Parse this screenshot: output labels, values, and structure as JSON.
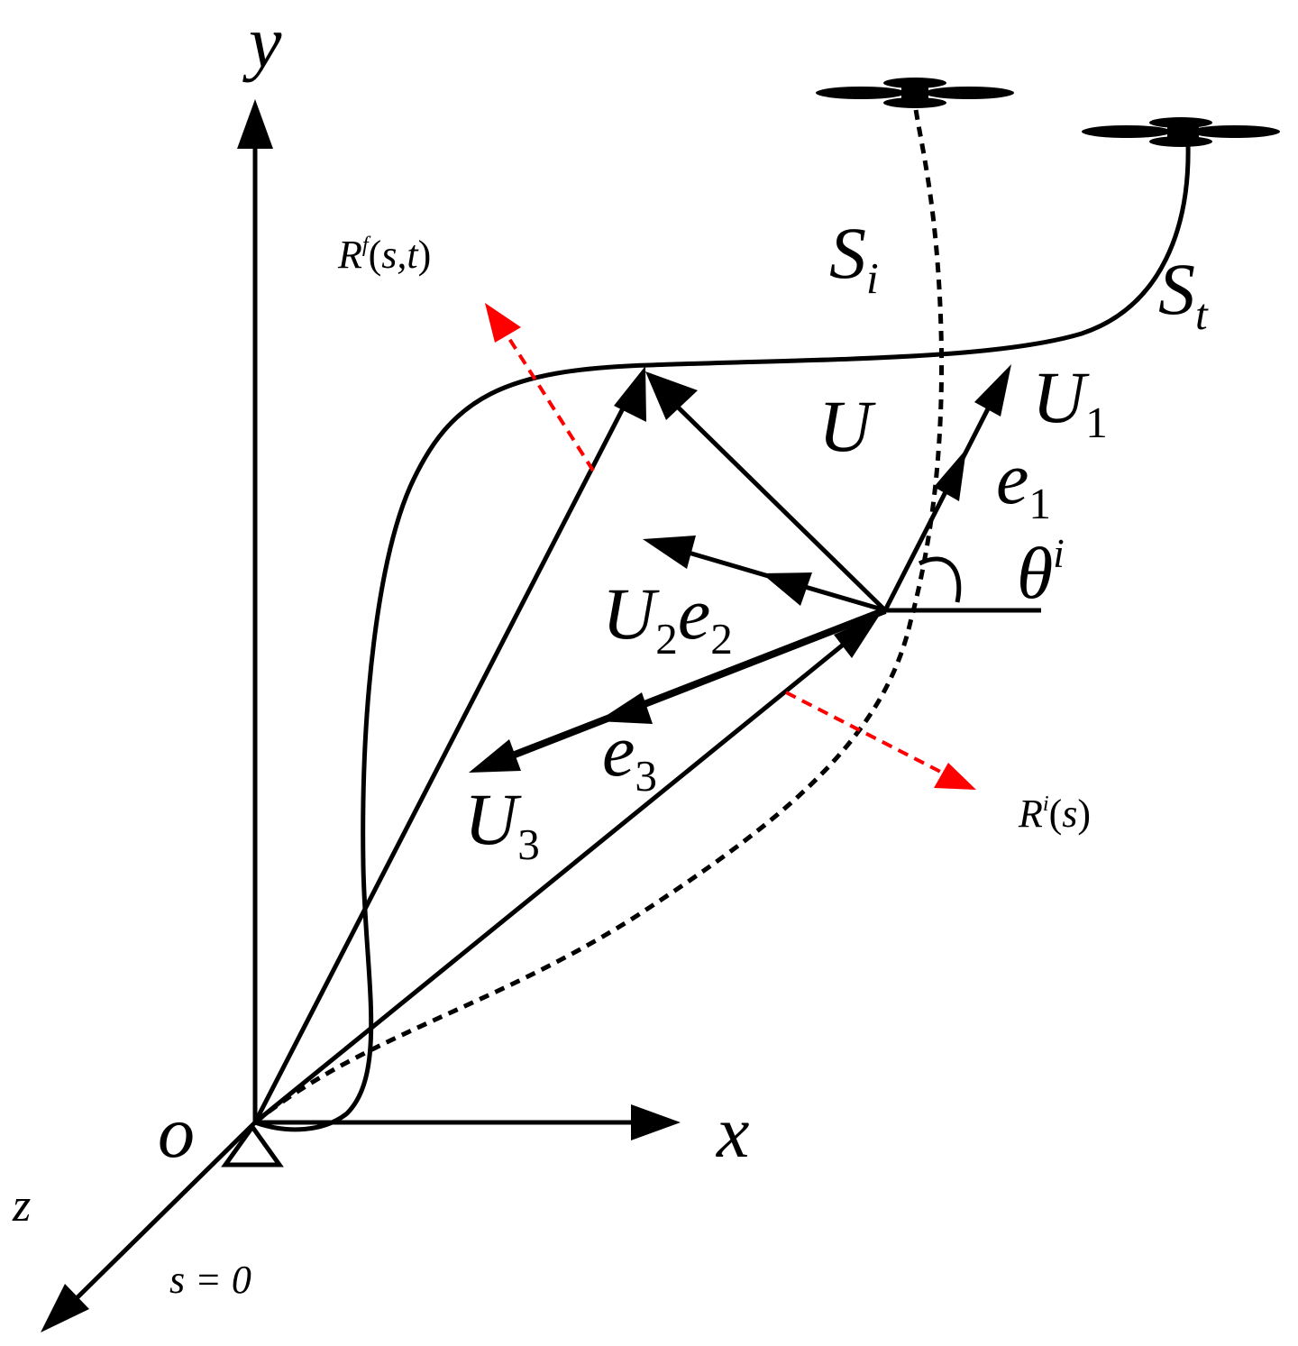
{
  "diagram": {
    "axes": {
      "x": "x",
      "y": "y",
      "z": "z",
      "origin": "o"
    },
    "labels": {
      "S_i": {
        "base": "S",
        "sub": "i"
      },
      "S_t": {
        "base": "S",
        "sub": "t"
      },
      "U": "U",
      "U_1": {
        "base": "U",
        "sub": "1"
      },
      "e_1": {
        "base": "e",
        "sub": "1"
      },
      "theta_i": {
        "base": "θ",
        "sup": "i"
      },
      "U_2": {
        "base": "U",
        "sub": "2"
      },
      "e_2": {
        "base": "e",
        "sub": "2"
      },
      "e_3": {
        "base": "e",
        "sub": "3"
      },
      "U_3": {
        "base": "U",
        "sub": "3"
      },
      "R_f": {
        "base": "R",
        "sup": "f",
        "args": "s,t"
      },
      "R_i": {
        "base": "R",
        "sup": "i",
        "args": "s"
      },
      "s0": "s = 0"
    },
    "colors": {
      "ink": "#000000",
      "force_arrow": "#ff0000"
    },
    "icons": [
      "drone-icon",
      "drone-icon",
      "support-triangle-icon"
    ]
  }
}
